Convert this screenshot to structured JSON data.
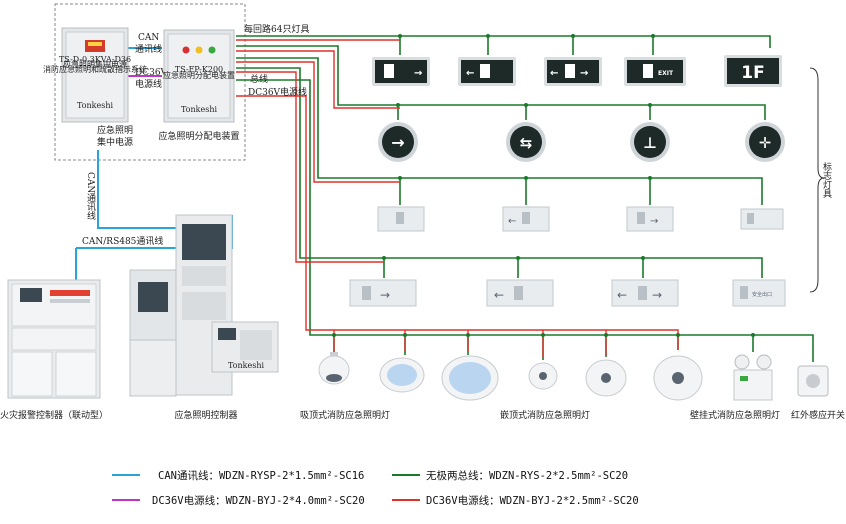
{
  "labels": {
    "can_line": "CAN",
    "can_line2": "通讯线",
    "dc36_line": "DC36V",
    "dc36_line2": "电源线",
    "central_power_1": "应急照明",
    "central_power_2": "集中电源",
    "panel_text_1": "TS-D-0.3KVA-D36",
    "panel_text_2": "应急照明集中电源",
    "panel_text_3": "消防应急照明和疏散指示系统",
    "dist_device": "应急照明分配电装置",
    "dist_panel_1": "TS-FP-K200",
    "dist_panel_2": "应急照明分配电装置",
    "lamps_per_loop": "每回路64只灯具",
    "bus_line": "总线",
    "dc36_line_r": "DC36V电源线",
    "can_comm_vertical": "CAN通讯线",
    "can_rs485": "CAN/RS485通讯线",
    "sign_lamps": "标志灯具",
    "fire_controller": "火灾报警控制器（联动型）",
    "emerg_controller": "应急照明控制器",
    "ceiling_light": "吸顶式消防应急照明灯",
    "embedded_light": "嵌顶式消防应急照明灯",
    "wall_light": "壁挂式消防应急照明灯",
    "ir_switch": "红外感应开关",
    "brand": "Tonkeshi"
  },
  "signs": {
    "exit_chinese": "EXIT",
    "one_f": "1F",
    "safety_exit": "安全出口"
  },
  "legend": [
    {
      "color": "#29a3d8",
      "text": "CAN通讯线：WDZN-RYSP-2*1.5mm²-SC16"
    },
    {
      "color": "#1a7a2a",
      "text": "无极两总线：WDZN-RYS-2*2.5mm²-SC20"
    },
    {
      "color": "#c035c8",
      "text": "DC36V电源线：WDZN-BYJ-2*4.0mm²-SC20"
    },
    {
      "color": "#e0302a",
      "text": "DC36V电源线：WDZN-BYJ-2*2.5mm²-SC20"
    }
  ],
  "colors": {
    "can": "#29a3d8",
    "bus": "#1a7a2a",
    "dc36_purple": "#c035c8",
    "dc36_red": "#e0302a"
  }
}
